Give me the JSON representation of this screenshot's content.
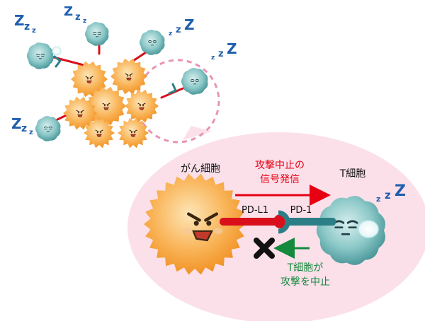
{
  "labels": {
    "cancer_cell": "がん細胞",
    "t_cell": "T細胞",
    "signal_line1": "攻撃中止の",
    "signal_line2": "信号発信",
    "pdl1": "PD-L1",
    "pd1": "PD-1",
    "stop_line1": "T細胞が",
    "stop_line2": "攻撃を中止"
  },
  "sleep_marks": [
    "Z",
    "z",
    "z"
  ],
  "colors": {
    "cancer_orange": "#f7a233",
    "tcell_teal": "#4a9a9c",
    "bubble_pink": "#fbe0ea",
    "dashed_pink": "#e993b5",
    "signal_red": "#e60012",
    "response_green": "#138a3c",
    "sleep_blue": "#1f5fae",
    "pdl1_red": "#d9101c",
    "pd1_teal": "#2c7f86"
  }
}
